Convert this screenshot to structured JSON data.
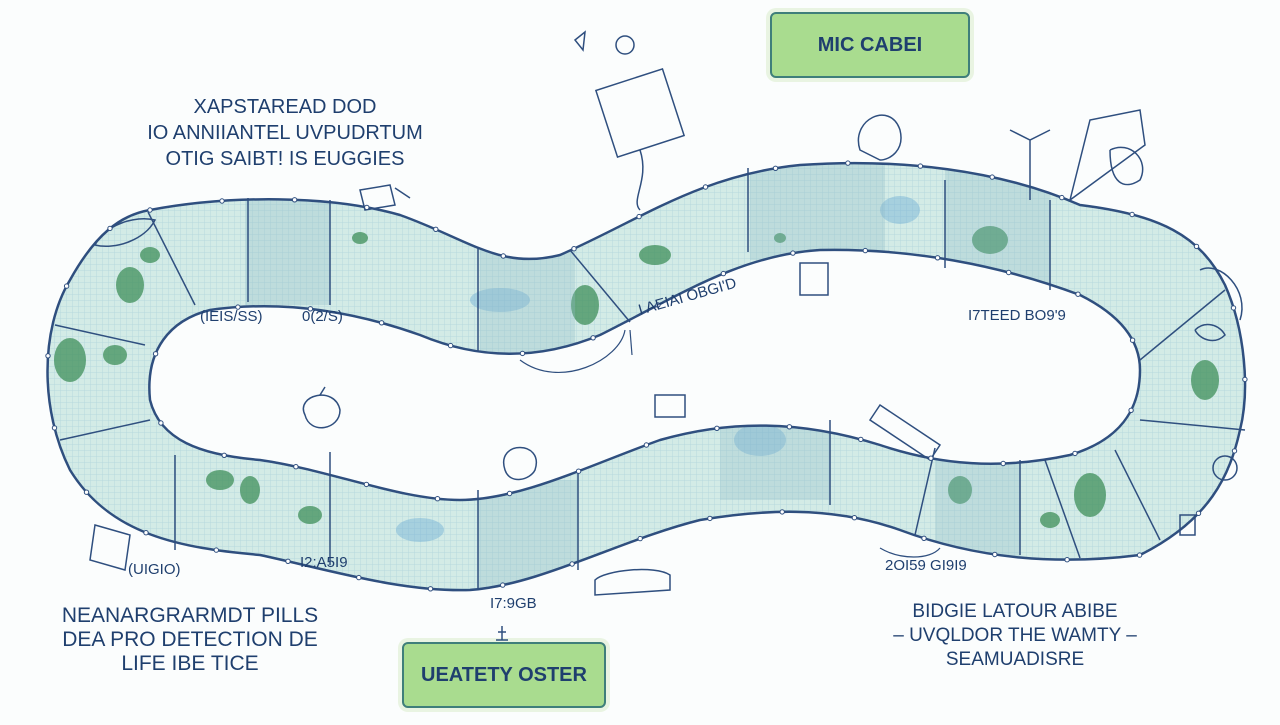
{
  "top_button": {
    "label": "MIC CABEI"
  },
  "bottom_button": {
    "label": "UEATETY OSTER"
  },
  "text_top_left": [
    "XAPSTAREAD DOD",
    "IO ANNIIANTEL UVPUDRTUM",
    "OTIG SAIBT! IS EUGGIES"
  ],
  "text_bottom_left": [
    "NEANARGRARMDT PILLS",
    "DEA PRO DETECTION DE",
    "LIFE IBE TICE"
  ],
  "text_bottom_right": [
    "BIDGIE LATOUR ABIBE",
    "– UVQLDOR THE WAMTY –",
    "SEAMUADISRE"
  ],
  "track_labels": {
    "l1": "(IEIS/SS)",
    "l2": "0(2/S)",
    "l3": "I AEIAI OBGI'D",
    "l4": "I7TEED BO9'9",
    "l5": "(UIGIO)",
    "l6": "I2:A5I9",
    "l7": "I7:9GB",
    "l8": "2OI59 GI9I9"
  },
  "colors": {
    "track_fill": "#cfe8e3",
    "track_stroke": "#2f4f7f",
    "patch_green": "#3f8f5a",
    "button_fill": "#a9dc8f"
  }
}
